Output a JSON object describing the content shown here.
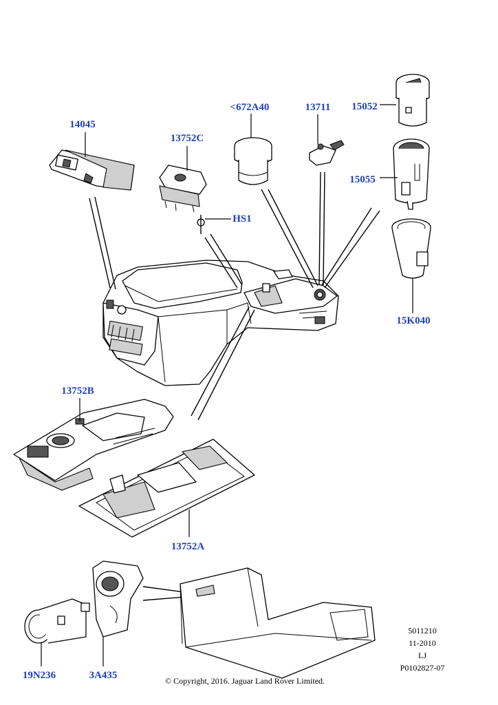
{
  "callouts": {
    "c14045": "14045",
    "c13752C": "13752C",
    "c672A40": "<672A40",
    "c13711": "13711",
    "c15052": "15052",
    "c15055": "15055",
    "cHS1": "HS1",
    "c15K040": "15K040",
    "c13752B": "13752B",
    "c13752A": "13752A",
    "c19N236": "19N236",
    "c3A435": "3A435"
  },
  "meta": {
    "code": "5011210",
    "date": "11-2010",
    "initials": "LJ",
    "ref": "P0102827-07",
    "copyright": "© Copyright, 2016. Jaguar Land Rover Limited."
  },
  "colors": {
    "callout": "#1f3fbf",
    "line": "#000000",
    "fill": "#ffffff"
  }
}
